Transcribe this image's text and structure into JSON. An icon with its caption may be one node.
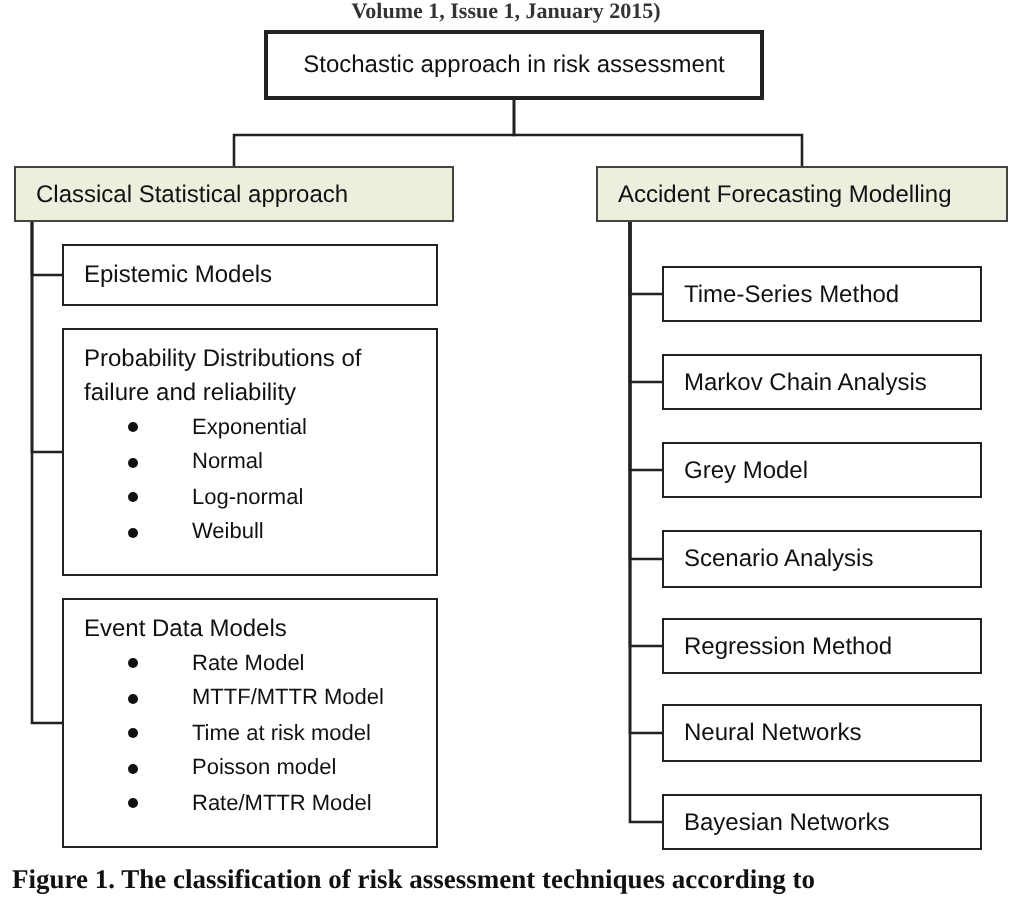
{
  "diagram": {
    "caption": "Figure 1. The classification of risk assessment techniques according to",
    "nodes": [
      {
        "text": [
          "Stochastic approach in risk assessment"
        ]
      },
      {
        "text": [
          "Classical Statistical approach"
        ]
      },
      {
        "text": [
          "Epistemic Models"
        ]
      },
      {
        "text": [
          "Probability Distributions of failure and reliability",
          "Exponential",
          "Normal",
          "Log-normal",
          "Weibull"
        ]
      },
      {
        "text": [
          "Event Data Models",
          "Rate Model",
          "MTTF/MTTR Model",
          "Time at risk model",
          "Poisson model",
          "Rate/MTTR Model"
        ]
      },
      {
        "text": [
          "Accident Forecasting Modelling"
        ]
      },
      {
        "text": [
          "Time-Series Method"
        ]
      },
      {
        "text": [
          "Markov Chain Analysis"
        ]
      },
      {
        "text": [
          "Grey Model"
        ]
      },
      {
        "text": [
          "Scenario Analysis"
        ]
      },
      {
        "text": [
          "Regression Method"
        ]
      },
      {
        "text": [
          "Neural Networks"
        ]
      },
      {
        "text": [
          "Bayesian Networks"
        ]
      }
    ],
    "edges": [
      {
        "from": 0,
        "to": 1,
        "arrow": "none"
      },
      {
        "from": 0,
        "to": 5,
        "arrow": "none"
      },
      {
        "from": 1,
        "to": 2,
        "arrow": "none"
      },
      {
        "from": 1,
        "to": 3,
        "arrow": "none"
      },
      {
        "from": 1,
        "to": 4,
        "arrow": "none"
      },
      {
        "from": 5,
        "to": 6,
        "arrow": "none"
      },
      {
        "from": 5,
        "to": 7,
        "arrow": "none"
      },
      {
        "from": 5,
        "to": 8,
        "arrow": "none"
      },
      {
        "from": 5,
        "to": 9,
        "arrow": "none"
      },
      {
        "from": 5,
        "to": 10,
        "arrow": "none"
      },
      {
        "from": 5,
        "to": 11,
        "arrow": "none"
      },
      {
        "from": 5,
        "to": 12,
        "arrow": "none"
      }
    ],
    "labels": [
      "Volume 1, Issue 1, January 2015)"
    ]
  }
}
